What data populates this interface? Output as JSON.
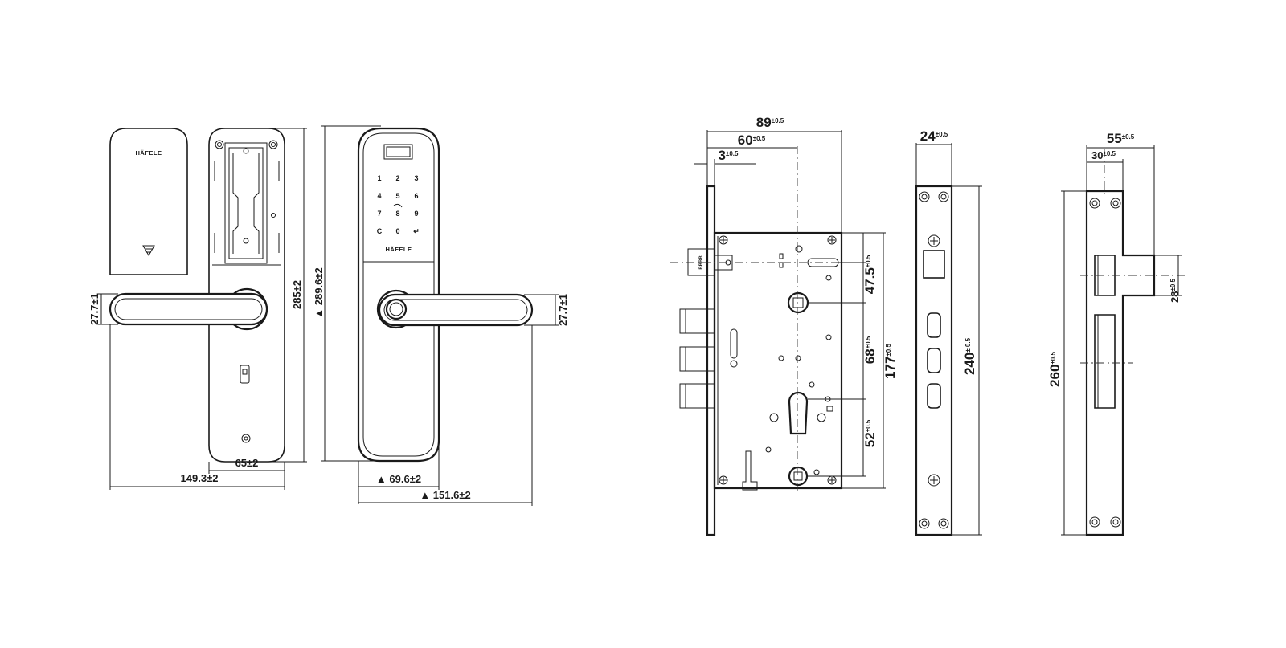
{
  "brand": "HÄFELE",
  "keypad": {
    "keys": [
      "1",
      "2",
      "3",
      "4",
      "5",
      "6",
      "7",
      "8",
      "9",
      "C",
      "0",
      "↵"
    ]
  },
  "lock_diagram": {
    "dims": {
      "d_149": "149.3±2",
      "d_65": "65±2",
      "d_285": "285±2",
      "d_289": "▲ 289.6±2",
      "d_27_left": "27.7±1",
      "d_27_right": "27.7±1",
      "d_69": "▲ 69.6±2",
      "d_151": "▲ 151.6±2"
    }
  },
  "mortise_diagram": {
    "dims": {
      "d89": {
        "value": "89",
        "tol": "±0.5"
      },
      "d60": {
        "value": "60",
        "tol": "±0.5"
      },
      "d3": {
        "value": "3",
        "tol": "±0.5"
      },
      "d47": {
        "value": "47.5",
        "tol": "±0.5"
      },
      "d68": {
        "value": "68",
        "tol": "±0.5"
      },
      "d177": {
        "value": "177",
        "tol": "±0.5"
      },
      "d52": {
        "value": "52",
        "tol": "±0.5"
      },
      "d24": {
        "value": "24",
        "tol": "±0.5"
      },
      "d240": {
        "value": "240",
        "tol": "± 0.5"
      },
      "d55": {
        "value": "55",
        "tol": "±0.5"
      },
      "d30": {
        "value": "30",
        "tol": "±0.5"
      },
      "d28": {
        "value": "28",
        "tol": "±0.5"
      },
      "d260": {
        "value": "260",
        "tol": "±0.5"
      }
    },
    "stamp": "BBBB"
  }
}
